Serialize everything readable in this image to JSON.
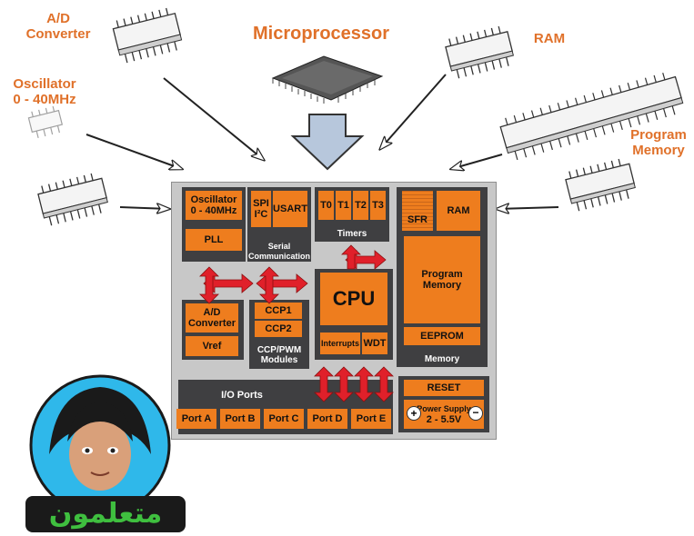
{
  "labels": {
    "ad_converter": "A/D\nConverter",
    "oscillator": "Oscillator\n0 - 40MHz",
    "microprocessor": "Microprocessor",
    "ram": "RAM",
    "program_memory": "Program\nMemory"
  },
  "chip": {
    "oscillator": "Oscillator\n0 - 40MHz",
    "pll": "PLL",
    "spi": "SPI\nI²C",
    "usart": "USART",
    "serial": "Serial\nCommunication",
    "timers": [
      "T0",
      "T1",
      "T2",
      "T3"
    ],
    "timers_label": "Timers",
    "sfr": "SFR",
    "ram": "RAM",
    "program_memory": "Program\nMemory",
    "eeprom": "EEPROM",
    "memory": "Memory",
    "cpu": "CPU",
    "interrupts": "Interrupts",
    "wdt": "WDT",
    "ad_converter": "A/D\nConverter",
    "vref": "Vref",
    "ccp1": "CCP1",
    "ccp2": "CCP2",
    "ccp_pwm": "CCP/PWM\nModules",
    "io_ports": "I/O Ports",
    "ports": [
      "Port A",
      "Port B",
      "Port C",
      "Port D",
      "Port E"
    ],
    "reset": "RESET",
    "power_supply": "Power Supply",
    "voltage": "2 - 5.5V"
  },
  "logo": {
    "text": "متعلمون"
  },
  "colors": {
    "accent": "#e0712a",
    "block": "#ee7d1e",
    "dark": "#3f3f41",
    "arrow_red": "#e0202a",
    "arrow_blue": "#b7c7dc"
  }
}
